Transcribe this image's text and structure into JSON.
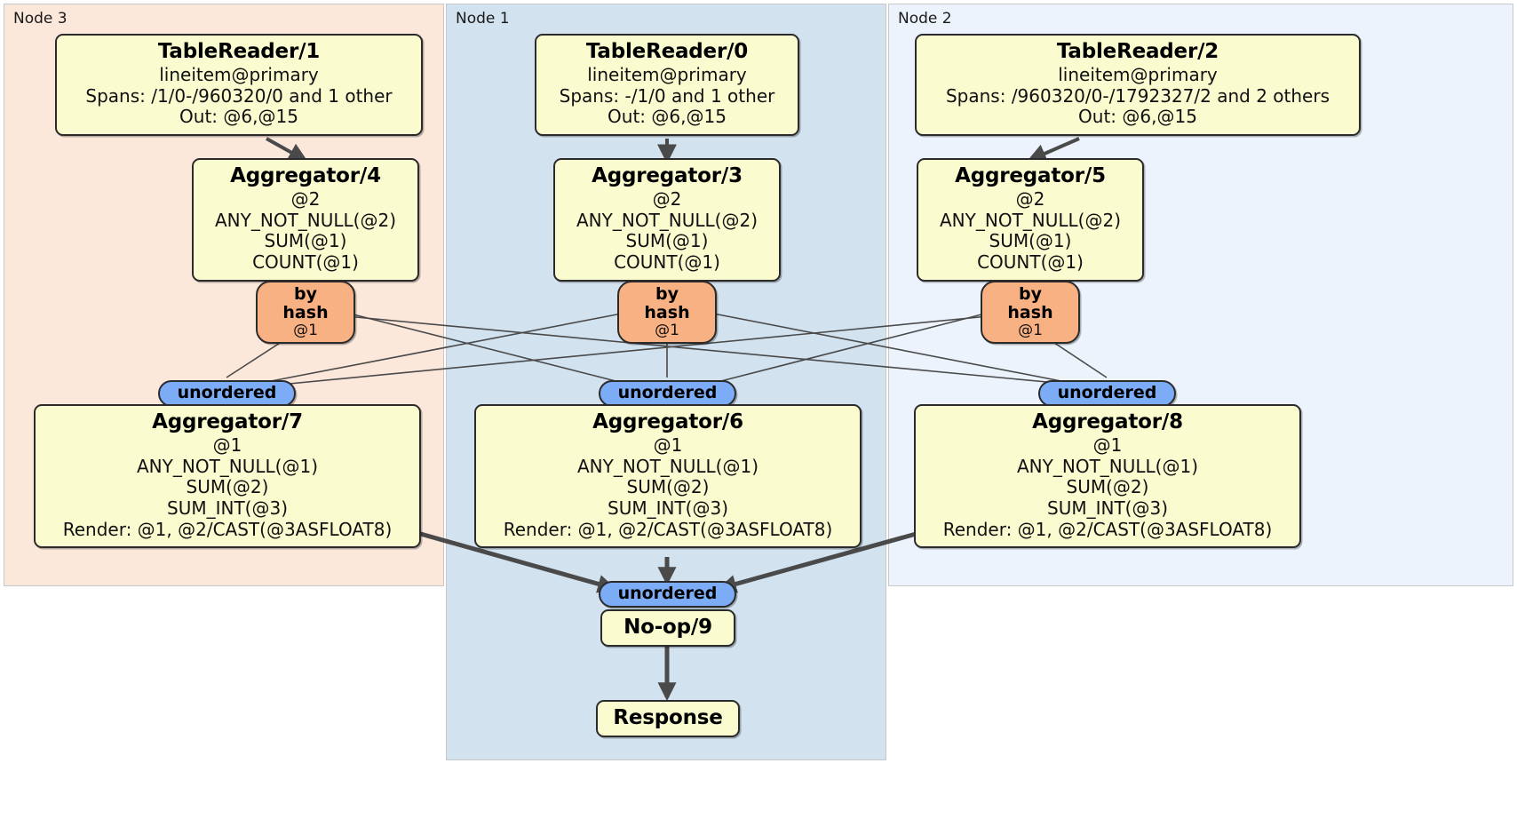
{
  "diagram": {
    "type": "distributed-query-plan",
    "regions": [
      {
        "id": "node3",
        "label": "Node 3",
        "color": "#fce7db"
      },
      {
        "id": "node1",
        "label": "Node 1",
        "color": "#d2e2ef"
      },
      {
        "id": "node2",
        "label": "Node 2",
        "color": "#edf3fc"
      }
    ],
    "processors": {
      "tablereader1": {
        "title": "TableReader/1",
        "lines": [
          "lineitem@primary",
          "Spans: /1/0-/960320/0 and 1 other",
          "Out: @6,@15"
        ]
      },
      "tablereader0": {
        "title": "TableReader/0",
        "lines": [
          "lineitem@primary",
          "Spans: -/1/0 and 1 other",
          "Out: @6,@15"
        ]
      },
      "tablereader2": {
        "title": "TableReader/2",
        "lines": [
          "lineitem@primary",
          "Spans: /960320/0-/1792327/2 and 2 others",
          "Out: @6,@15"
        ]
      },
      "aggregator4": {
        "title": "Aggregator/4",
        "lines": [
          "@2",
          "ANY_NOT_NULL(@2)",
          "SUM(@1)",
          "COUNT(@1)"
        ]
      },
      "aggregator3": {
        "title": "Aggregator/3",
        "lines": [
          "@2",
          "ANY_NOT_NULL(@2)",
          "SUM(@1)",
          "COUNT(@1)"
        ]
      },
      "aggregator5": {
        "title": "Aggregator/5",
        "lines": [
          "@2",
          "ANY_NOT_NULL(@2)",
          "SUM(@1)",
          "COUNT(@1)"
        ]
      },
      "aggregator7": {
        "title": "Aggregator/7",
        "lines": [
          "@1",
          "ANY_NOT_NULL(@1)",
          "SUM(@2)",
          "SUM_INT(@3)",
          "Render: @1, @2/CAST(@3ASFLOAT8)"
        ]
      },
      "aggregator6": {
        "title": "Aggregator/6",
        "lines": [
          "@1",
          "ANY_NOT_NULL(@1)",
          "SUM(@2)",
          "SUM_INT(@3)",
          "Render: @1, @2/CAST(@3ASFLOAT8)"
        ]
      },
      "aggregator8": {
        "title": "Aggregator/8",
        "lines": [
          "@1",
          "ANY_NOT_NULL(@1)",
          "SUM(@2)",
          "SUM_INT(@3)",
          "Render: @1, @2/CAST(@3ASFLOAT8)"
        ]
      },
      "noop9": {
        "title": "No-op/9",
        "lines": []
      },
      "response": {
        "title": "Response",
        "lines": []
      }
    },
    "routers": {
      "hash_left": {
        "title": "by hash",
        "sub": "@1"
      },
      "hash_mid": {
        "title": "by hash",
        "sub": "@1"
      },
      "hash_right": {
        "title": "by hash",
        "sub": "@1"
      },
      "unordered_left": {
        "title": "unordered",
        "sub": ""
      },
      "unordered_mid": {
        "title": "unordered",
        "sub": ""
      },
      "unordered_right": {
        "title": "unordered",
        "sub": ""
      },
      "unordered_final": {
        "title": "unordered",
        "sub": ""
      }
    },
    "colors": {
      "box_fill": "#fbfbd0",
      "box_stroke": "#2b2b2b",
      "hash_fill": "#f7b183",
      "unordered_fill": "#7bacf5",
      "node3_fill": "#fce7db",
      "node1_fill": "#d2e2ef",
      "node2_fill": "#edf3fc",
      "edge_stroke": "#4a4a4a"
    }
  }
}
